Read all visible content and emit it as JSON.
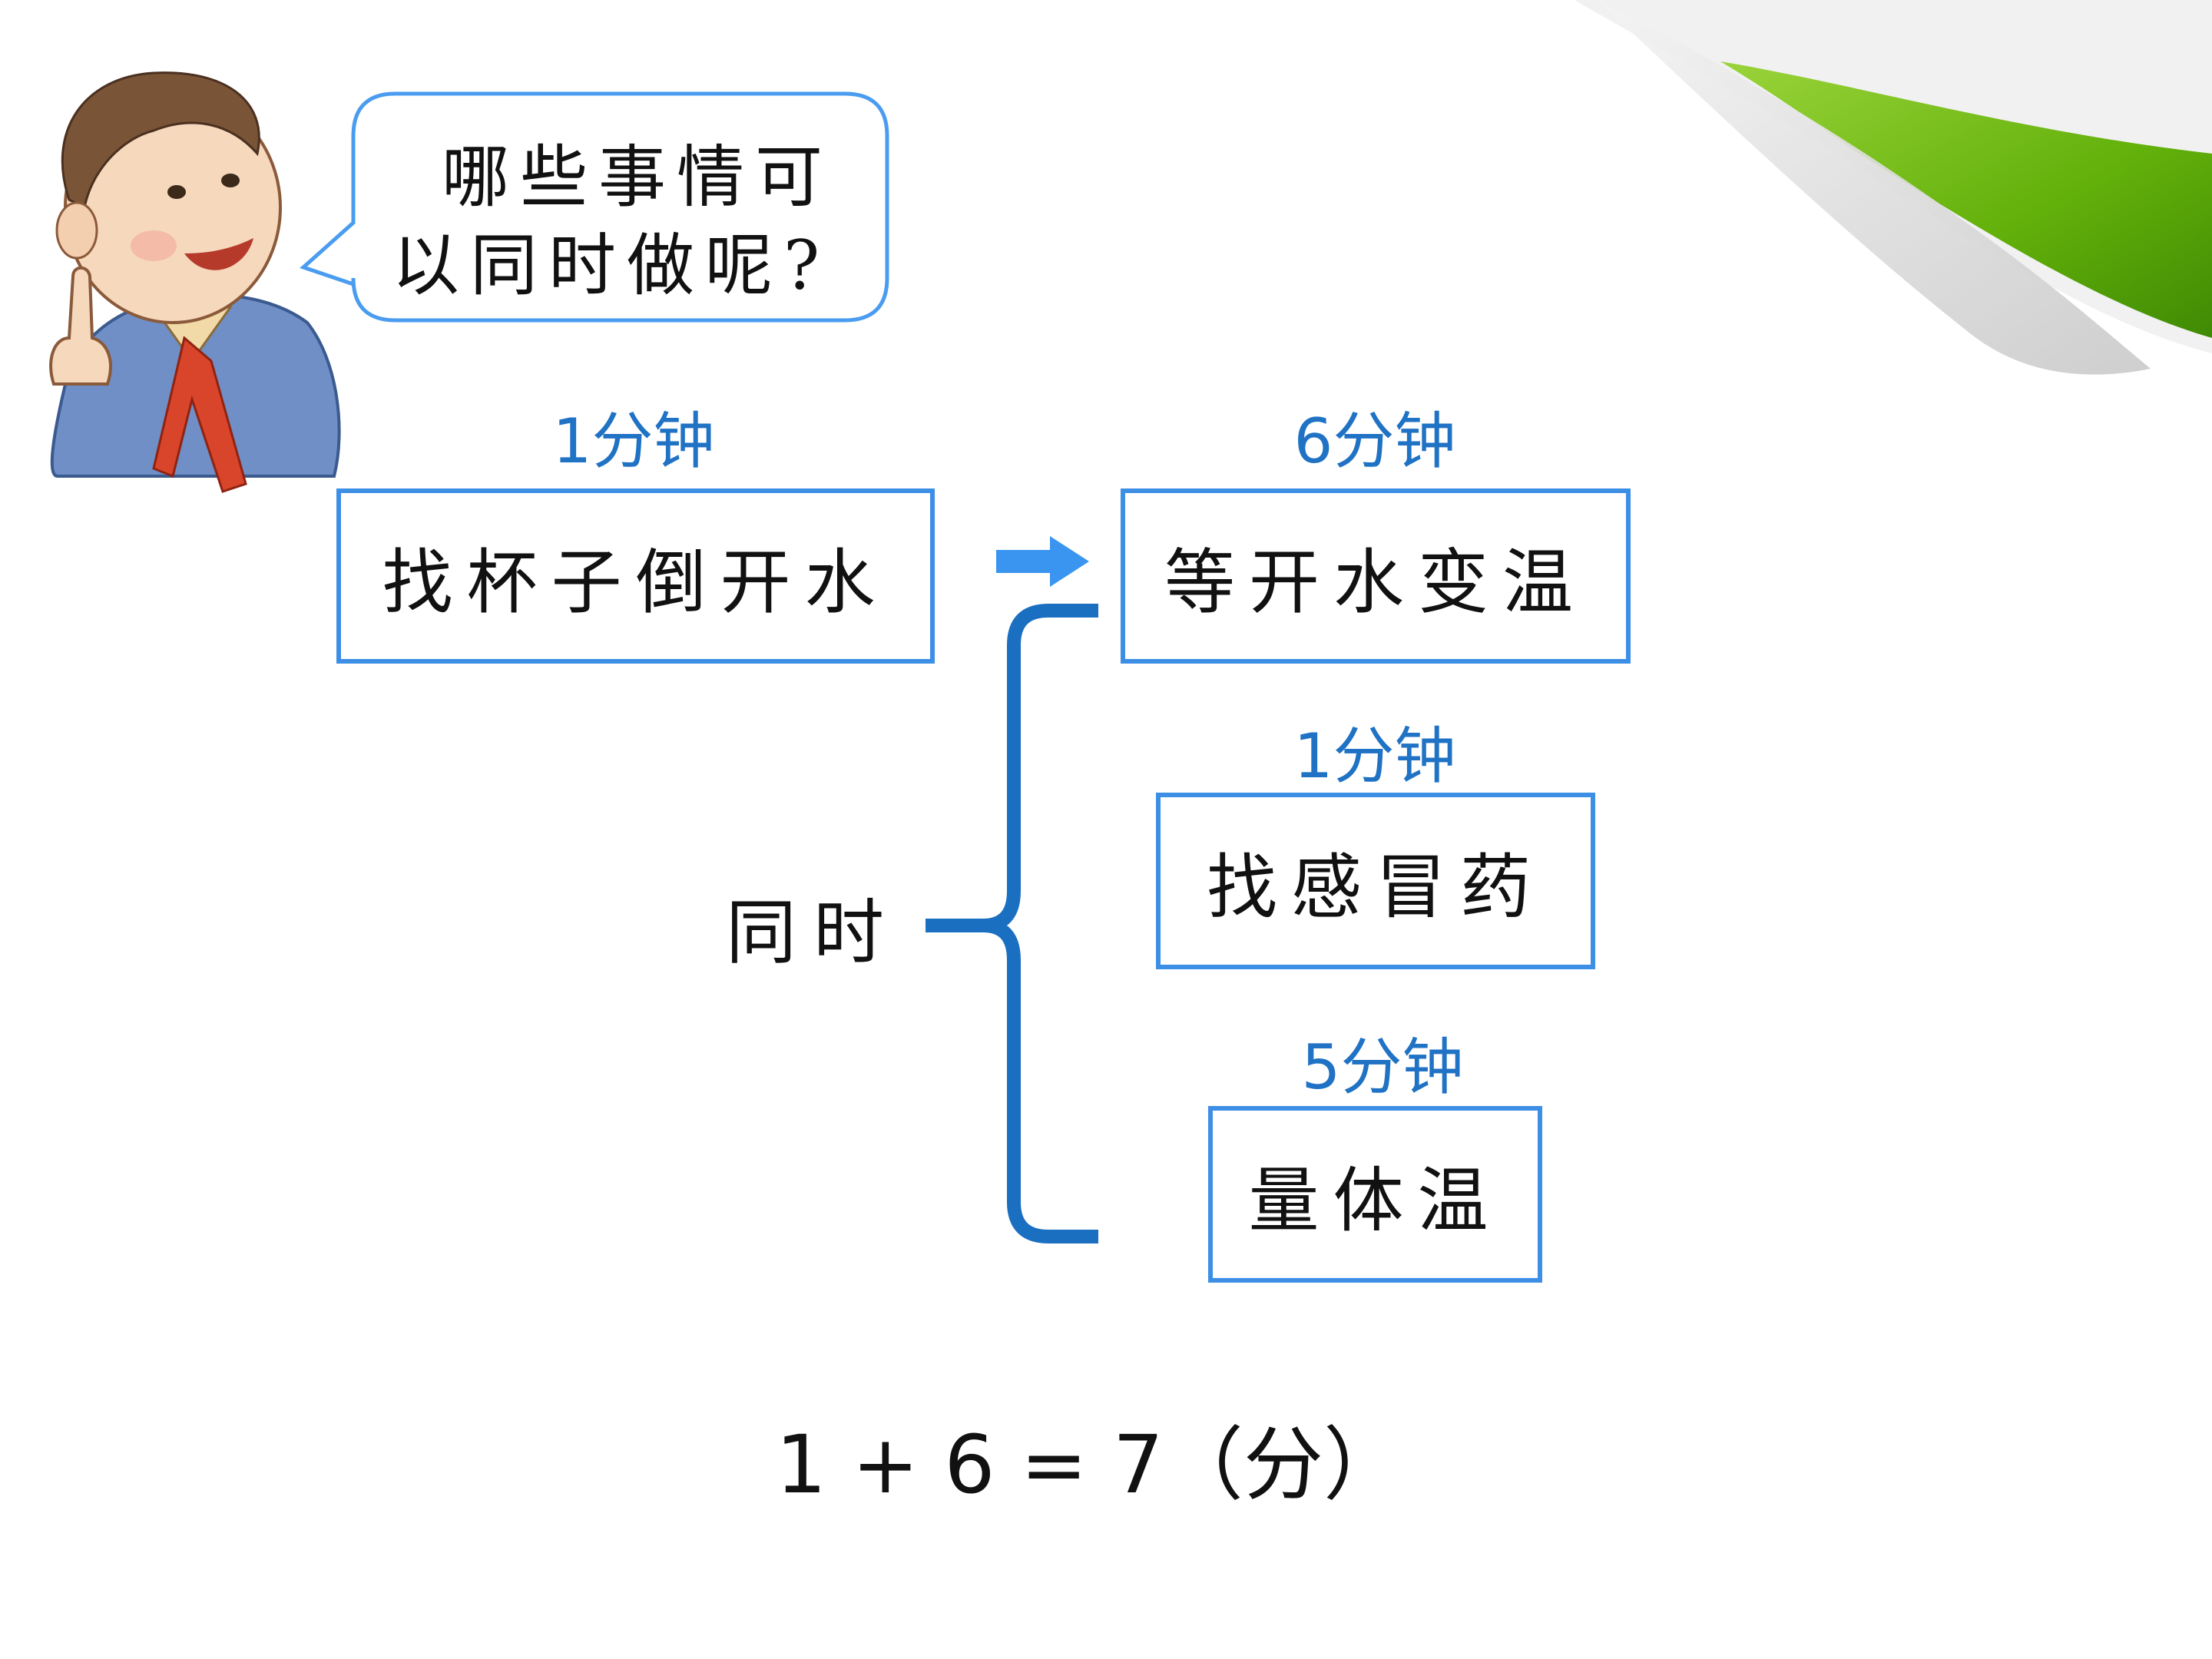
{
  "bubble": {
    "line1": "哪些事情可",
    "line2": "以同时做呢?"
  },
  "tasks": [
    {
      "time": "1分钟",
      "label": "找杯子倒开水"
    },
    {
      "time": "6分钟",
      "label": "等开水变温"
    },
    {
      "time": "1分钟",
      "label": "找感冒药"
    },
    {
      "time": "5分钟",
      "label": "量体温"
    }
  ],
  "brace_label": "同时",
  "formula": "1 + 6 = 7（分）",
  "colors": {
    "box_border": "#3d8fe6",
    "time_text": "#1f72c4",
    "brace": "#1a6fc1",
    "arrow": "#3a95f0",
    "bubble_border": "#4a9cf0",
    "corner_green": "#62b00a"
  },
  "icons": {
    "character": "boy-pointing-finger-illustration",
    "arrow": "right-arrow-icon",
    "corner": "page-curl-corner"
  }
}
